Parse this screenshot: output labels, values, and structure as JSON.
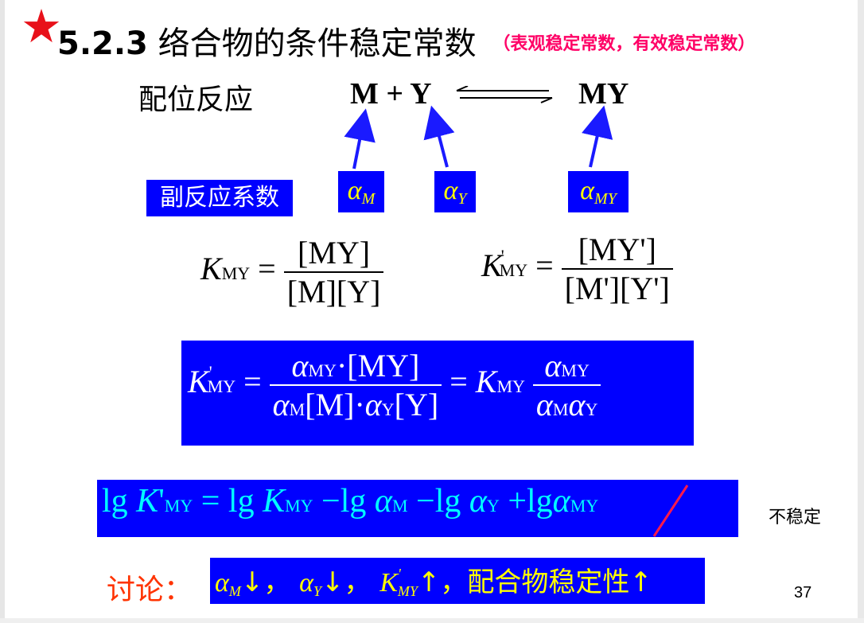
{
  "header": {
    "star": "★",
    "number": "5.2.3",
    "title": "络合物的条件稳定常数",
    "subtitle": "（表观稳定常数，有效稳定常数）"
  },
  "reaction": {
    "label": "配位反应",
    "left": "M + Y",
    "right": "MY"
  },
  "side_reaction": {
    "label": "副反应系数",
    "alpha_symbol": "α",
    "sub_m": "M",
    "sub_y": "Y",
    "sub_my": "MY"
  },
  "eq1": {
    "k": "K",
    "k_sub": "MY",
    "equals": "=",
    "num": "[MY]",
    "den": "[M][Y]"
  },
  "eq2": {
    "k": "K",
    "prime": "'",
    "k_sub": "MY",
    "equals": "=",
    "num": "[MY']",
    "den": "[M'][Y']"
  },
  "eq3": {
    "k": "K",
    "prime": "'",
    "k_sub": "MY",
    "equals": "=",
    "alpha": "α",
    "num_rest": "·[MY]",
    "sub_my": "MY",
    "sub_m": "M",
    "sub_y": "Y",
    "den_m": "[M]·",
    "den_y": "[Y]",
    "k_sub2": "MY"
  },
  "eq4": {
    "lg": "lg",
    "k": "K",
    "prime": "'",
    "sub_my": "MY",
    "equals": "=",
    "minus": "−",
    "plus": "+",
    "alpha": "α",
    "sub_m": "M",
    "sub_y": "Y"
  },
  "note_unstable": "不稳定",
  "discussion": {
    "label": "讨论：",
    "alpha": "α",
    "sub_m": "M",
    "sub_y": "Y",
    "down": "↓，",
    "k": "K",
    "k_prime": "'",
    "k_sub": "MY",
    "up": "↑，",
    "text": "配合物稳定性",
    "up_end": "↑"
  },
  "page_number": "37",
  "colors": {
    "box_blue": "#0000ff",
    "star_red": "#e8111a",
    "subtitle_pink": "#ff0066",
    "alpha_yellow": "#ffff00",
    "lg_cyan": "#00ffff",
    "discussion_red": "#ff3300",
    "arrow_blue": "#1a1aff"
  }
}
